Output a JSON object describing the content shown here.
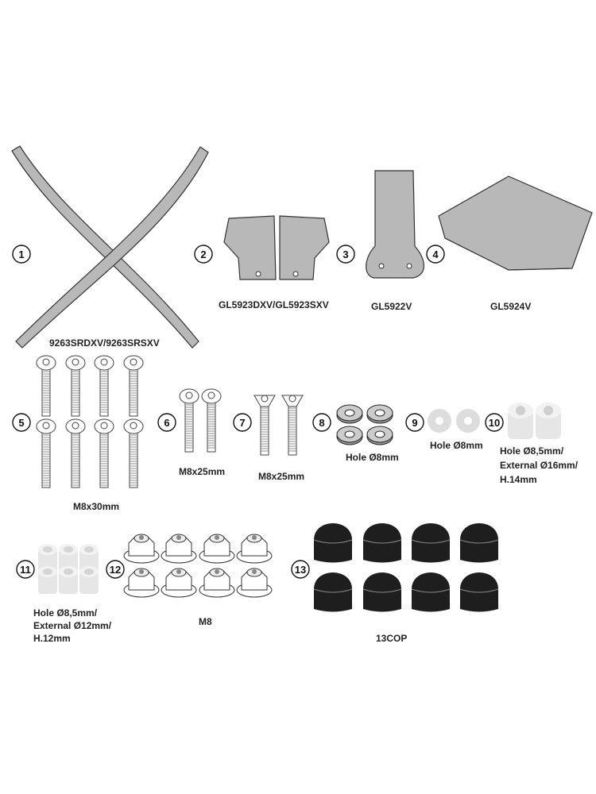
{
  "parts": [
    {
      "number": "1",
      "label": "9263SRDXV/9263SRSXV"
    },
    {
      "number": "2",
      "label": "GL5923DXV/GL5923SXV"
    },
    {
      "number": "3"
    },
    {
      "number": "4",
      "label": "GL5922V"
    },
    {
      "number": "",
      "label": "GL5924V"
    },
    {
      "number": "5",
      "label": "M8x30mm"
    },
    {
      "number": "6",
      "label": "M8x25mm"
    },
    {
      "number": "7",
      "label": "M8x25mm"
    },
    {
      "number": "8",
      "label": "Hole Ø8mm"
    },
    {
      "number": "9",
      "label": "Hole Ø8mm"
    },
    {
      "number": "10",
      "label_lines": [
        "Hole Ø8,5mm/",
        "External Ø16mm/",
        " H.14mm"
      ]
    },
    {
      "number": "11",
      "label_lines": [
        "Hole Ø8,5mm/",
        "External Ø12mm/",
        " H.12mm"
      ]
    },
    {
      "number": "12",
      "label": "M8"
    },
    {
      "number": "13",
      "label": "13COP"
    }
  ],
  "colors": {
    "metal": "#b8b8b8",
    "cap": "#1e1e1e",
    "spacer": "#e6e6e6"
  }
}
